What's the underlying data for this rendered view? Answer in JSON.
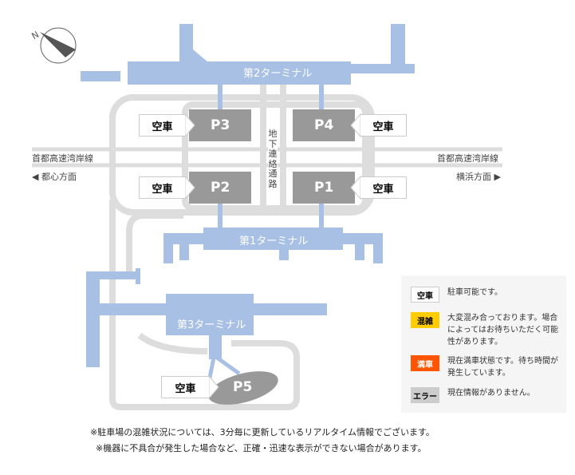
{
  "compass": {
    "label": "N"
  },
  "terminals": {
    "t2": "第2ターミナル",
    "t1": "第1ターミナル",
    "t3": "第3ターミナル"
  },
  "parking": [
    {
      "id": "P3",
      "status": "空車"
    },
    {
      "id": "P4",
      "status": "空車"
    },
    {
      "id": "P2",
      "status": "空車"
    },
    {
      "id": "P1",
      "status": "空車"
    },
    {
      "id": "P5",
      "status": "空車"
    }
  ],
  "roads": {
    "highway_left": "首都高速湾岸線",
    "highway_right": "首都高速湾岸線",
    "dir_left": "◀ 都心方面",
    "dir_right": "横浜方面 ▶",
    "underground": "地下連絡通路"
  },
  "legend": [
    {
      "badge": "空車",
      "text": "駐車可能です。",
      "bg": "#ffffff",
      "fg": "#000000"
    },
    {
      "badge": "混雑",
      "text": "大変混み合っております。場合によってはお待ちいただく可能性があります。",
      "bg": "#ffcc00",
      "fg": "#000000"
    },
    {
      "badge": "満車",
      "text": "現在満車状態です。待ち時間が発生しています。",
      "bg": "#ff5500",
      "fg": "#ffffff"
    },
    {
      "badge": "エラー",
      "text": "現在情報がありません。",
      "bg": "#cccccc",
      "fg": "#000000"
    }
  ],
  "notes": [
    "※駐車場の混雑状況については、3分毎に更新しているリアルタイム情報でございます。",
    "※機器に不具合が発生した場合など、正確・迅速な表示ができない場合があります。"
  ]
}
